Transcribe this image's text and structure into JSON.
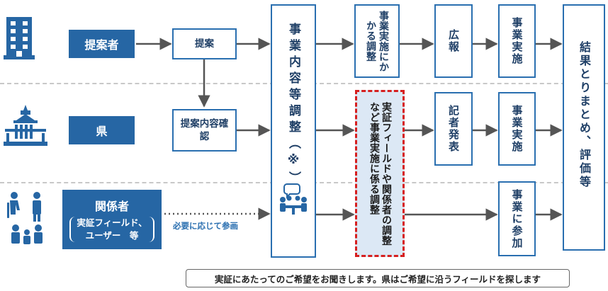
{
  "actors": {
    "proposer": "提案者",
    "prefecture": "県",
    "related_title": "関係者",
    "related_sub_line1": "実証フィールド、",
    "related_sub_line2": "ユーザー　等"
  },
  "boxes": {
    "proposal": "提案",
    "content_confirm": "提案内容確認",
    "main_adjust": "事業内容等調整（※）",
    "project_adjust": "事業実施にかかる調整",
    "field_adjust_line1": "実証フィールドや関係者の調整",
    "field_adjust_line2": "など事業実施に係る調整",
    "pr": "広報",
    "press": "記者発表",
    "exec1": "事業実施",
    "exec2": "事業実施",
    "participate": "事業に参加",
    "result": "結果とりまとめ、評価等"
  },
  "labels": {
    "as_needed": "必要に応じて参画"
  },
  "note": "実証にあたってのご希望をお聞きします。県はご希望に沿うフィールドを探します",
  "icons": {
    "proposer": "building-icon",
    "prefecture": "government-building-icon",
    "related": "people-group-icon",
    "meeting": "meeting-icon"
  },
  "colors": {
    "primary_blue": "#2666a4",
    "border_blue": "#2a6fb0",
    "red_dashed": "#d61f1f",
    "arrow_gray": "#555555",
    "highlight_fill": "#dce8f5"
  }
}
